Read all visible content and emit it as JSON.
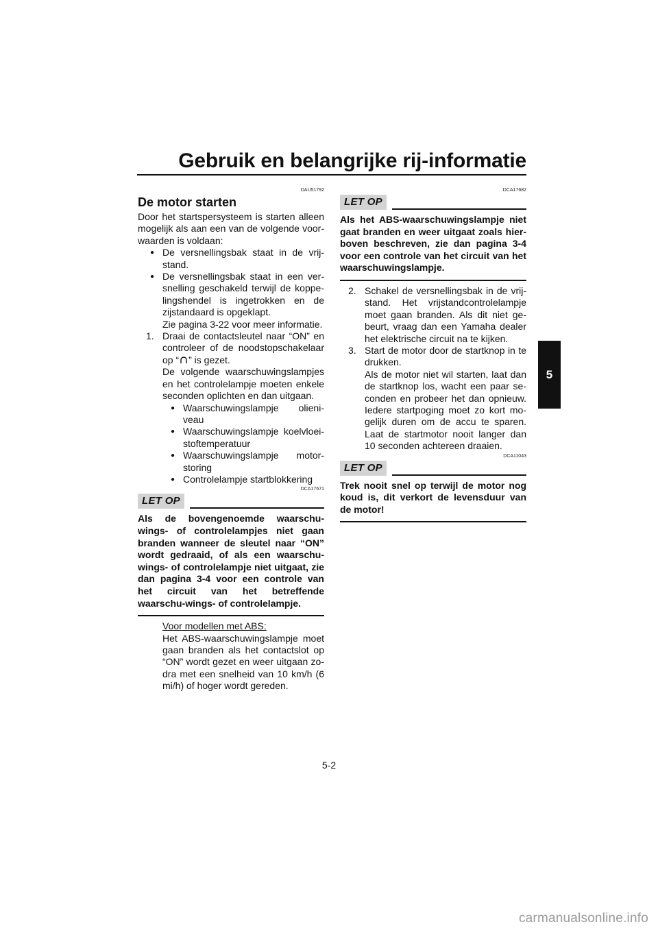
{
  "header": {
    "title": "Gebruik en belangrijke rij-informatie",
    "chapter_tab": "5"
  },
  "left": {
    "code": "DAU51792",
    "heading": "De motor starten",
    "intro": "Door het startspersysteem is starten alleen mogelijk als aan een van de volgende voor-waarden is voldaan:",
    "bullets": [
      "De versnellingsbak staat in de vrij-stand.",
      "De versnellingsbak staat in een ver-snelling geschakeld terwijl de koppe-lingshendel is ingetrokken en de zijstandaard is opgeklapt."
    ],
    "see_page": "Zie pagina 3-22 voor meer informatie.",
    "step1_num": "1.",
    "step1_pre": "Draai de contactsleutel naar “ON” en controleer of de noodstopschakelaar op “",
    "step1_post": "” is gezet.",
    "step1_more": "De volgende waarschuwingslampjes en het controlelampje moeten enkele seconden oplichten en dan uitgaan.",
    "sub_bullets": [
      "Waarschuwingslampje olieni-veau",
      "Waarschuwingslampje koelvloei-stoftemperatuur",
      "Waarschuwingslampje motor-storing",
      "Controlelampje startblokkering"
    ],
    "caution_code": "DCA17671",
    "caution_label": "LET OP",
    "caution_text": "Als de bovengenoemde waarschu-wings- of controlelampjes niet gaan branden wanneer de sleutel naar “ON” wordt gedraaid, of als een waarschu-wings- of controlelampje niet uitgaat, zie dan pagina 3-4 voor een controle van het circuit van het betreffende waarschu-wings- of controlelampje.",
    "abs_heading": "Voor modellen met ABS:",
    "abs_text": "Het ABS-waarschuwingslampje moet gaan branden als het contactslot op “ON” wordt gezet en weer uitgaan zo-dra met een snelheid van 10 km/h (6 mi/h) of hoger wordt gereden."
  },
  "right": {
    "caution1_code": "DCA17682",
    "caution1_label": "LET OP",
    "caution1_text": "Als het ABS-waarschuwingslampje niet gaat branden en weer uitgaat zoals hier-boven beschreven, zie dan pagina 3-4 voor een controle van het circuit van het waarschuwingslampje.",
    "step2_num": "2.",
    "step2_text": "Schakel de versnellingsbak in de vrij-stand. Het vrijstandcontrolelampje moet gaan branden. Als dit niet ge-beurt, vraag dan een Yamaha dealer het elektrische circuit na te kijken.",
    "step3_num": "3.",
    "step3_text": "Start de motor door de startknop in te drukken.",
    "step3_more": "Als de motor niet wil starten, laat dan de startknop los, wacht een paar se-conden en probeer het dan opnieuw. Iedere startpoging moet zo kort mo-gelijk duren om de accu te sparen. Laat de startmotor nooit langer dan 10 seconden achtereen draaien.",
    "caution2_code": "DCA11043",
    "caution2_label": "LET OP",
    "caution2_text": "Trek nooit snel op terwijl de motor nog koud is, dit verkort de levensduur van de motor!"
  },
  "footer": {
    "page_number": "5-2",
    "watermark": "carmanualsonline.info"
  }
}
